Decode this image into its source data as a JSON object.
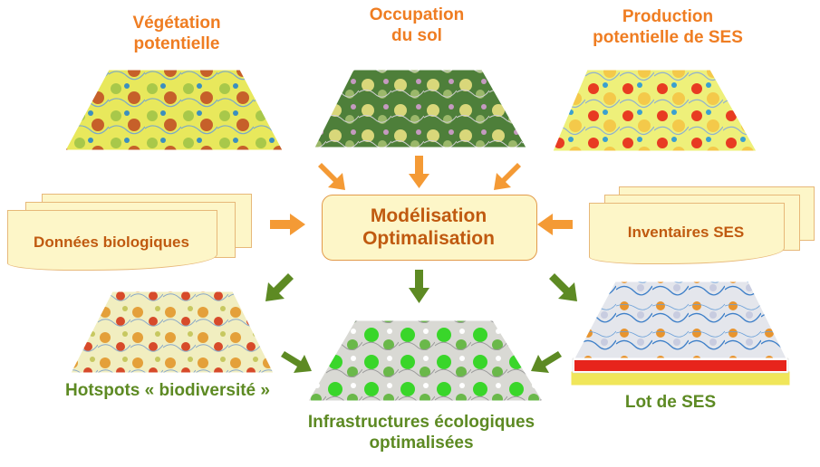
{
  "labels": {
    "vegetation": "Végétation\npotentielle",
    "occupation": "Occupation\ndu sol",
    "production": "Production\npotentielle de SES",
    "modelisation": "Modélisation\nOptimalisation",
    "donnees": "Données biologiques",
    "inventaires": "Inventaires SES",
    "hotspots": "Hotspots « biodiversité »",
    "lot": "Lot de SES",
    "infrastructures": "Infrastructures écologiques\noptimalisées"
  },
  "colors": {
    "input_text": "#ef7d22",
    "box_text": "#c05a10",
    "output_text": "#5d8a23",
    "input_arrow": "#f49a35",
    "output_arrow": "#5d8a23",
    "box_fill": "#fdf6c8",
    "box_border": "#e29a4a"
  }
}
